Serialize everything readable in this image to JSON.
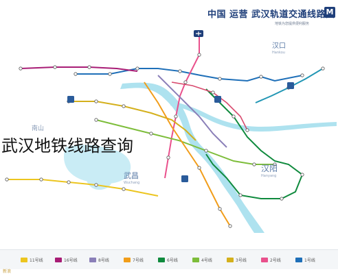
{
  "header": {
    "title": "中国  运营 武汉轨道交通线路图",
    "subtitle": "地铁为您提供便利服务",
    "logo_letter": "M"
  },
  "overlay_title": "武汉地铁线路查询",
  "districts": {
    "hankou": "汉口",
    "hankou_en": "Hankou",
    "hanyang": "汉阳",
    "hanyang_en": "Hanyang",
    "wuchang": "武昌",
    "wuchang_en": "Wuchang",
    "nanshan": "南山"
  },
  "colors": {
    "line1": "#1e6fb8",
    "line2": "#e9508c",
    "line3": "#d4b01c",
    "line4": "#7dbd3a",
    "line6": "#0f8a3d",
    "line7": "#f19d1a",
    "line8": "#8a7fb8",
    "line11": "#ecc51f",
    "line16": "#a81c75",
    "yangluo": "#2196b4",
    "river": "#aee2ef",
    "lake": "#c9ecf5"
  },
  "legend": [
    {
      "label": "11号线",
      "color": "#ecc51f"
    },
    {
      "label": "16号线",
      "color": "#a81c75"
    },
    {
      "label": "8号线",
      "color": "#8a7fb8"
    },
    {
      "label": "7号线",
      "color": "#f19d1a"
    },
    {
      "label": "6号线",
      "color": "#0f8a3d"
    },
    {
      "label": "4号线",
      "color": "#7dbd3a"
    },
    {
      "label": "3号线",
      "color": "#d4b01c"
    },
    {
      "label": "2号线",
      "color": "#e9508c"
    },
    {
      "label": "1号线",
      "color": "#1e6fb8"
    }
  ],
  "watermark": "新浪"
}
